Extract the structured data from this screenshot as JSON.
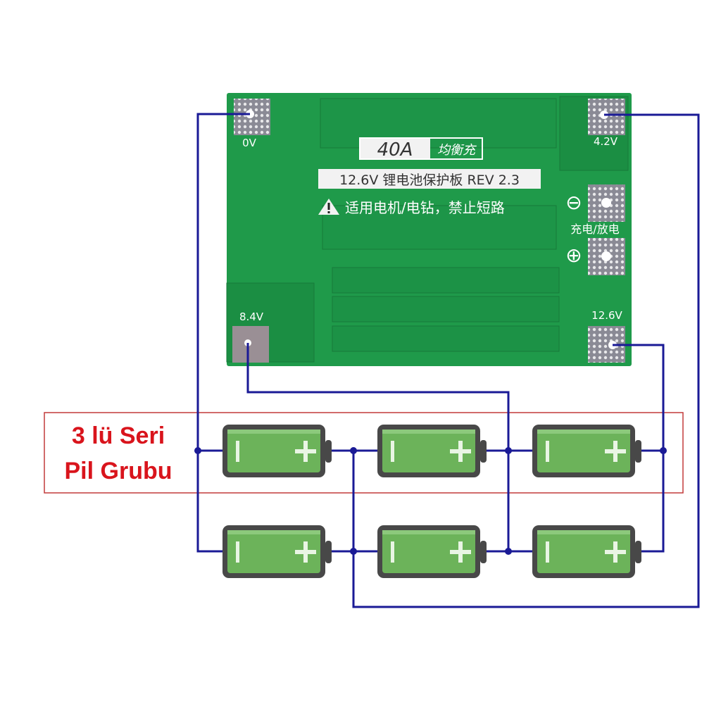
{
  "board": {
    "current_label": "40A",
    "balance_label": "均衡充",
    "title": "12.6V 锂电池保护板 REV 2.3",
    "warning": "适用电机/电钻，禁止短路",
    "pads": {
      "p0v": "0V",
      "p42v": "4.2V",
      "p84v": "8.4V",
      "p126v": "12.6V",
      "charge_discharge": "充电/放电",
      "minus_symbol": "⊖",
      "plus_symbol": "⊕"
    },
    "color": "#1f9a4a"
  },
  "group": {
    "line1": "3 lü Seri",
    "line2": "Pil Grubu",
    "color": "#d9141c"
  },
  "battery": {
    "minus": "I",
    "plus": "+",
    "fill": "#6cb35a",
    "border": "#484848"
  },
  "wire_color": "#1a1a96"
}
